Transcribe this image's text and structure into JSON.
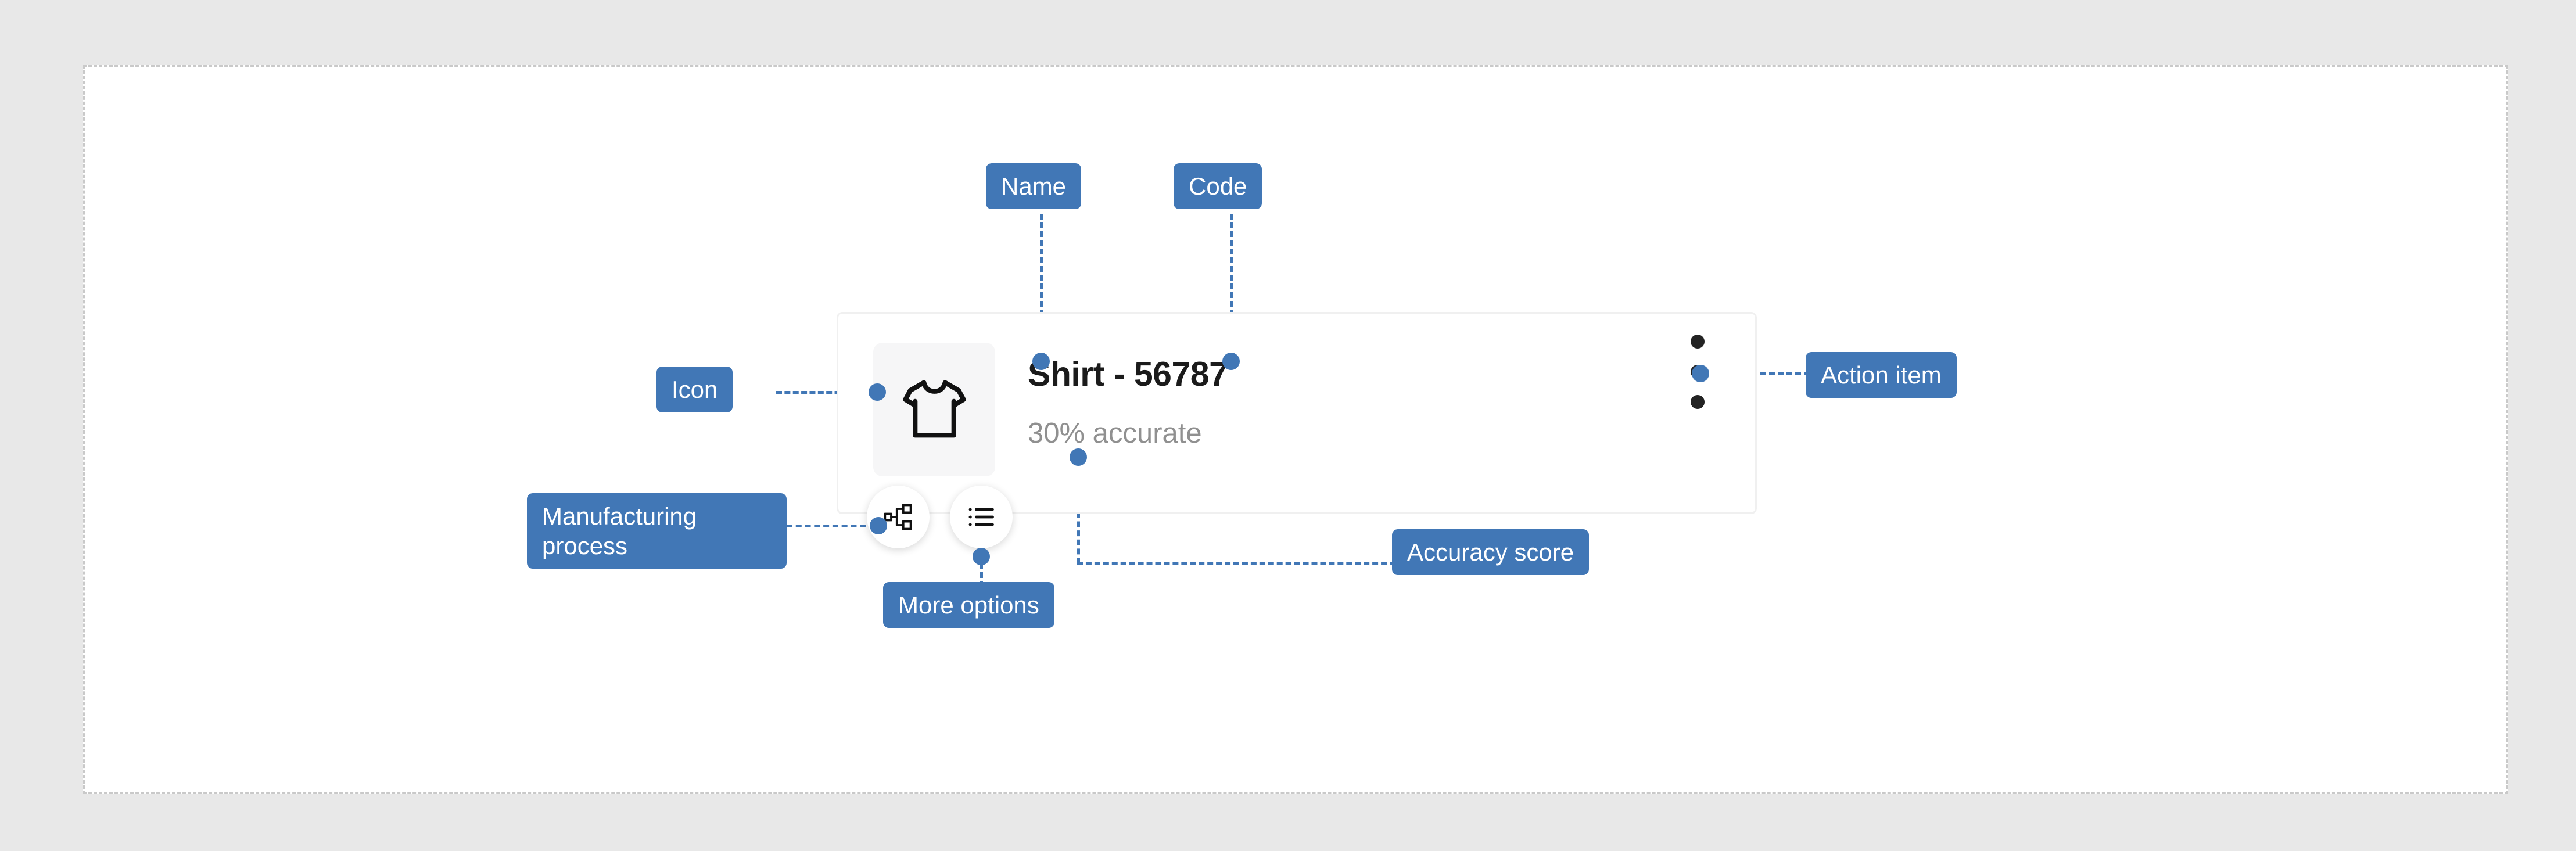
{
  "canvas": {
    "background_color": "#ffffff",
    "page_background_color": "#e8e8e8",
    "border_style": "dashed",
    "border_color": "#c9c9c9"
  },
  "accent_color": "#4177b6",
  "card": {
    "title": "Shirt - 56787",
    "subtitle": "30% accurate",
    "accuracy_percent": 30,
    "product_code": "56787",
    "product_name": "Shirt",
    "thumbnail_icon": "tshirt-icon",
    "background_color": "#ffffff",
    "border_color": "#f0f0f0",
    "title_color": "#1b1b1b",
    "subtitle_color": "#909090"
  },
  "card_actions": [
    {
      "name": "manufacturing-process",
      "icon": "hierarchy-icon"
    },
    {
      "name": "more-options",
      "icon": "bulleted-list-icon"
    }
  ],
  "action_menu": {
    "icon": "vertical-ellipsis-icon",
    "dot_color": "#232323",
    "dot_count": 3
  },
  "annotations": [
    {
      "id": "name",
      "label": "Name",
      "target": "product-title"
    },
    {
      "id": "code",
      "label": "Code",
      "target": "product-code"
    },
    {
      "id": "icon",
      "label": "Icon",
      "target": "product-thumbnail"
    },
    {
      "id": "manufacturing",
      "label": "Manufacturing process",
      "target": "manufacturing-button"
    },
    {
      "id": "more_options",
      "label": "More options",
      "target": "more-options-button"
    },
    {
      "id": "accuracy",
      "label": "Accuracy score",
      "target": "card-subtitle"
    },
    {
      "id": "action_item",
      "label": "Action item",
      "target": "action-menu"
    }
  ]
}
